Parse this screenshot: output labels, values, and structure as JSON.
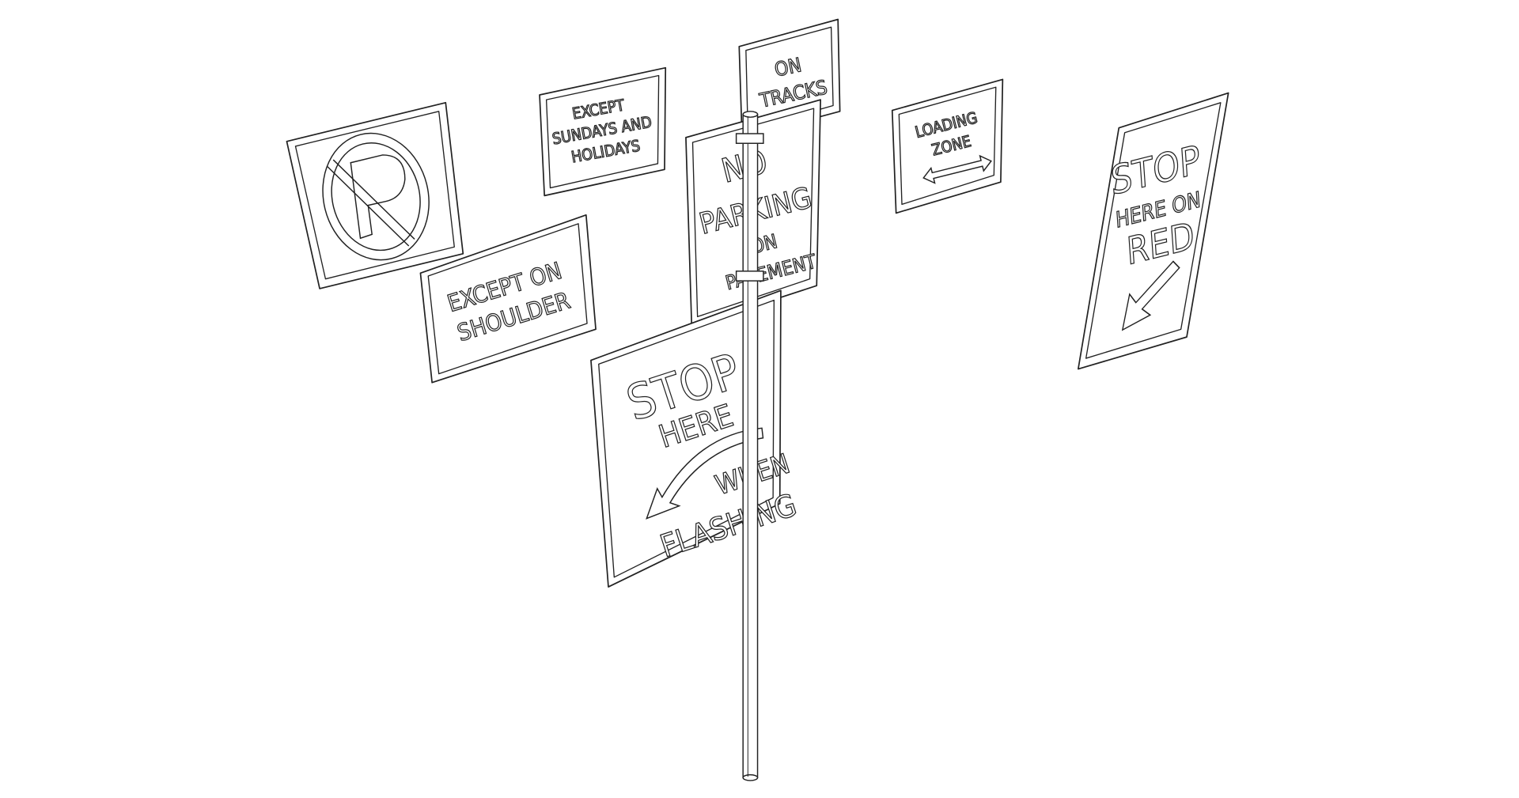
{
  "drawing": {
    "background": "#ffffff",
    "line_color": "#222222",
    "signs": [
      {
        "id": "no-parking-symbol",
        "icon": "no-parking-symbol-icon"
      },
      {
        "id": "except-sundays",
        "lines": [
          "EXCEPT",
          "SUNDAYS AND",
          "HOLIDAYS"
        ]
      },
      {
        "id": "on-tracks",
        "lines": [
          "ON",
          "TRACKS"
        ]
      },
      {
        "id": "no-parking-on-pavement",
        "lines": [
          "NO",
          "PARKING",
          "ON",
          "PAVEMENT"
        ]
      },
      {
        "id": "loading-zone",
        "lines": [
          "LOADING",
          "ZONE"
        ],
        "icon": "double-arrow-icon"
      },
      {
        "id": "stop-here-on-red",
        "lines": [
          "STOP",
          "HERE ON",
          "RED"
        ],
        "icon": "arrow-down-left-icon"
      },
      {
        "id": "except-on-shoulder",
        "lines": [
          "EXCEPT ON",
          "SHOULDER"
        ]
      },
      {
        "id": "stop-here-when-flashing",
        "lines": [
          "STOP",
          "HERE",
          "WHEN",
          "FLASHING"
        ],
        "icon": "curved-arrow-icon"
      }
    ]
  }
}
